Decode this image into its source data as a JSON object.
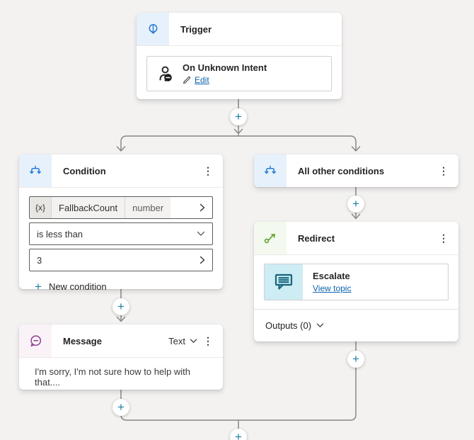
{
  "canvas": {
    "background": "#f3f2f1",
    "connector_color": "#8a8886",
    "plus_symbol": "+",
    "menu_symbol": "⋮"
  },
  "colors": {
    "accent_blue": "#2b7cd3",
    "accent_green": "#5fa132",
    "accent_purple": "#8f3d8f",
    "accent_teal": "#1a7ba5",
    "link_blue": "#0c63ad",
    "escalate_icon_bg": "#cdecf4"
  },
  "icons": {
    "trigger": "trigger-target-arrow-icon",
    "unknown_intent": "person-chat-badge-icon",
    "condition": "branch-split-icon",
    "all_other_conditions": "branch-split-icon",
    "redirect": "go-to-topic-arrow-icon",
    "escalate": "chat-lines-icon",
    "message": "chat-bubble-dash-icon",
    "edit": "pencil-icon",
    "plus": "plus-icon"
  },
  "nodes": {
    "trigger": {
      "title": "Trigger",
      "item_name": "On Unknown Intent",
      "edit_label": "Edit"
    },
    "condition": {
      "title": "Condition",
      "variable_prefix": "{x}",
      "variable_name": "FallbackCount",
      "variable_type": "number",
      "operator": "is less than",
      "value": "3",
      "new_condition_label": "New condition"
    },
    "all_other_conditions": {
      "title": "All other conditions"
    },
    "redirect": {
      "title": "Redirect",
      "topic_name": "Escalate",
      "view_topic_label": "View topic",
      "outputs_label": "Outputs (0)"
    },
    "message": {
      "title": "Message",
      "mode_label": "Text",
      "text": "I'm sorry, I'm not sure how to help with that...."
    }
  }
}
